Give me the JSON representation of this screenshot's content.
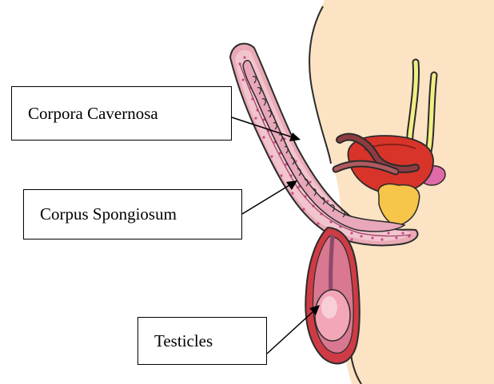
{
  "labels": {
    "corpora_cavernosa": "Corpora Cavernosa",
    "corpus_spongiosum": "Corpus Spongiosum",
    "testicles": "Testicles"
  },
  "colors": {
    "skin": "#fbe3c4",
    "outline": "#2b2b2b",
    "shaft_pink": "#e9aab6",
    "erectile_tissue": "#cc4c8a",
    "bladder_red": "#d8342a",
    "prostate_yellow": "#f6c54a",
    "ureter_yellow": "#f3ee85",
    "seminal_pink": "#e06aa8",
    "scrotum_red": "#cf3b45"
  }
}
